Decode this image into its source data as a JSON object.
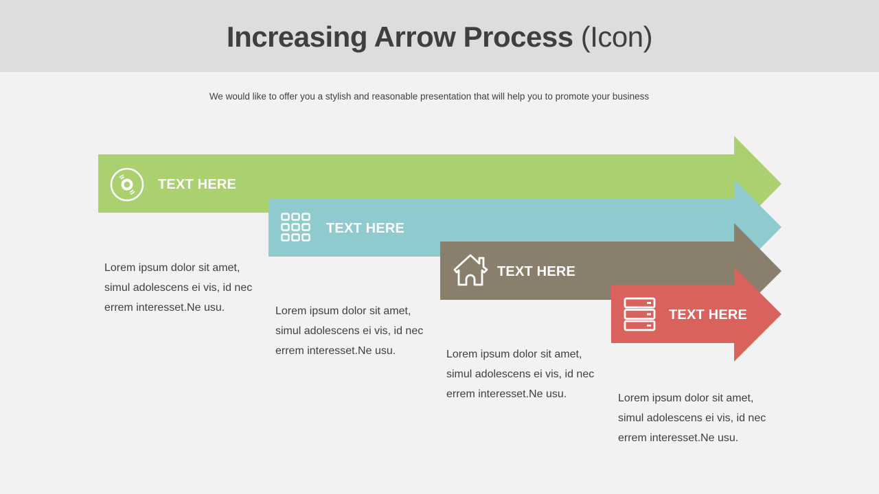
{
  "header": {
    "title_bold": "Increasing Arrow Process",
    "title_light": "(Icon)",
    "subtitle": "We would like to offer you a stylish and reasonable presentation that will help you to promote your business"
  },
  "colors": {
    "header_bg": "#dddddd",
    "page_bg": "#f2f2f2",
    "green": "#aad06f",
    "teal": "#8fcbce",
    "brown": "#8a7f6c",
    "red": "#d9625d",
    "text": "#3f3f3f"
  },
  "steps": [
    {
      "label": "TEXT HERE",
      "icon": "disc-icon",
      "color": "#aad06f",
      "description": [
        "Lorem ipsum dolor sit amet,",
        "simul adolescens ei vis, id nec",
        "errem interesset.Ne usu."
      ]
    },
    {
      "label": "TEXT HERE",
      "icon": "grid-icon",
      "color": "#8fcbce",
      "description": [
        "Lorem ipsum dolor sit amet,",
        "simul adolescens ei vis, id nec",
        "errem interesset.Ne usu."
      ]
    },
    {
      "label": "TEXT HERE",
      "icon": "home-icon",
      "color": "#8a7f6c",
      "description": [
        "Lorem ipsum dolor sit amet,",
        "simul adolescens ei vis, id nec",
        "errem interesset.Ne usu."
      ]
    },
    {
      "label": "TEXT HERE",
      "icon": "server-icon",
      "color": "#d9625d",
      "description": [
        "Lorem ipsum dolor sit amet,",
        "simul adolescens ei vis, id nec",
        "errem interesset.Ne usu."
      ]
    }
  ]
}
